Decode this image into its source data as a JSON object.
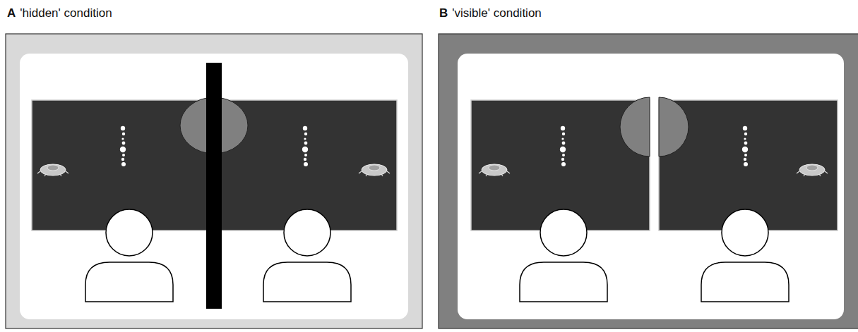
{
  "diagram": {
    "nodes": [
      {
        "text": [
          "A",
          "'hidden' condition"
        ]
      },
      {
        "text": [
          "B",
          "'visible' condition"
        ]
      }
    ]
  }
}
